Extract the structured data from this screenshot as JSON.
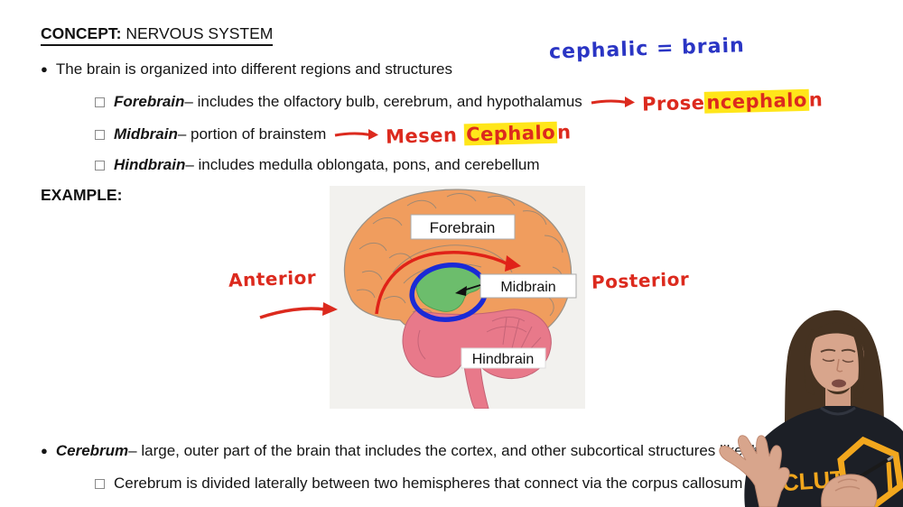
{
  "slide": {
    "bullet_glyph": "●",
    "concept_label": "CONCEPT:",
    "concept_title": " NERVOUS SYSTEM",
    "intro_bullet": "The brain is organized into different regions and structures",
    "items": [
      {
        "term": "Forebrain",
        "desc": " – includes the olfactory bulb, cerebrum, and hypothalamus"
      },
      {
        "term": "Midbrain",
        "desc": " – portion of brainstem"
      },
      {
        "term": "Hindbrain",
        "desc": " – includes medulla oblongata, pons, and cerebellum"
      }
    ],
    "example_label": "EXAMPLE:",
    "cerebrum_term": "Cerebrum",
    "cerebrum_desc": " – large, outer part of the brain that includes the cortex, and other subcortical structures like th",
    "cerebrum_sub": "Cerebrum is divided laterally between two hemispheres that connect via the corpus callosum"
  },
  "handwriting": {
    "cephalic_note": "cephalic = brain",
    "prosencephalon": {
      "prefix": "Prose",
      "highlight": "ncephalo",
      "suffix": "n"
    },
    "mesencephalon": {
      "prefix": "Mesen ",
      "highlight": "Cephalo",
      "suffix": "n"
    },
    "anterior": "Anterior",
    "posterior": "Posterior"
  },
  "diagram": {
    "forebrain_label": "Forebrain",
    "midbrain_label": "Midbrain",
    "hindbrain_label": "Hindbrain",
    "colors": {
      "panel_bg": "#F2F1EE",
      "forebrain_fill": "#F09D5E",
      "midbrain_fill": "#6CBD6C",
      "hindbrain_fill": "#E8798A",
      "circle_stroke": "#1A2AD6",
      "arrow_red": "#E02218"
    }
  },
  "presenter": {
    "shirt_text": "CLUT",
    "brand_color": "#F2A71D"
  },
  "colors": {
    "handwriting_red": "#DC2A1E",
    "handwriting_blue": "#2A35C4",
    "highlight_yellow": "#FFE61A"
  }
}
